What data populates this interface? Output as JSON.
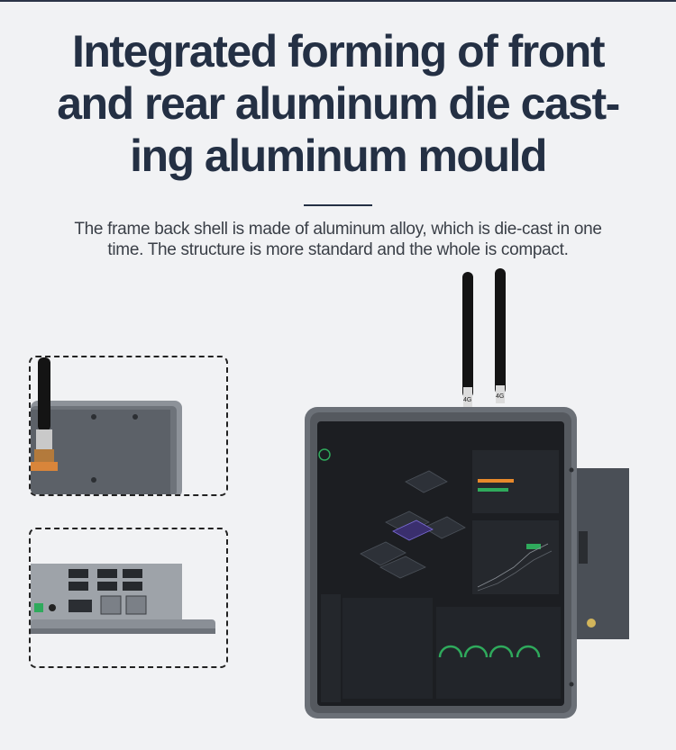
{
  "headline": {
    "line1": "Integrated forming of front",
    "line2": "and rear aluminum die cast-",
    "line3": "ing aluminum mould"
  },
  "description": {
    "line1": "The frame back shell is made of aluminum alloy, which is die-cast in one",
    "line2": "time. The structure is more standard and the whole is compact."
  },
  "antenna_label": "4G",
  "colors": {
    "headline": "#243044",
    "background": "#f1f2f4",
    "screen": "#1c1e22",
    "frame": "#6b7077",
    "accent_green": "#2faa5c",
    "accent_orange": "#e8892b"
  }
}
